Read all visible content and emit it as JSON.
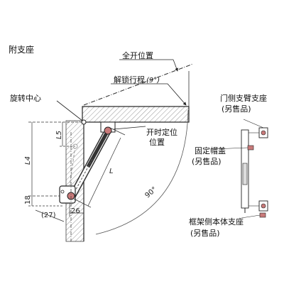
{
  "title": "附支座",
  "labels": {
    "full_open": "全开位置",
    "unlock_stroke_text": "解锁行程",
    "unlock_stroke_angle": "(9°)",
    "rotation_center": "旋转中心",
    "open_position_line1": "开时定位",
    "open_position_line2": "位置",
    "door_bracket_line1": "门侧支臂支座",
    "door_bracket_line2": "(另售品)",
    "fixing_cap_line1": "固定帽盖",
    "fixing_cap_line2": "(另售品)",
    "frame_bracket_line1": "框架侧本体支座",
    "frame_bracket_line2": "(另售品)"
  },
  "dimensions": {
    "L5": "L5",
    "L4": "L4",
    "L": "L",
    "d18": "18",
    "d26": "26",
    "d27": "(27)",
    "angle90": "90°"
  }
}
